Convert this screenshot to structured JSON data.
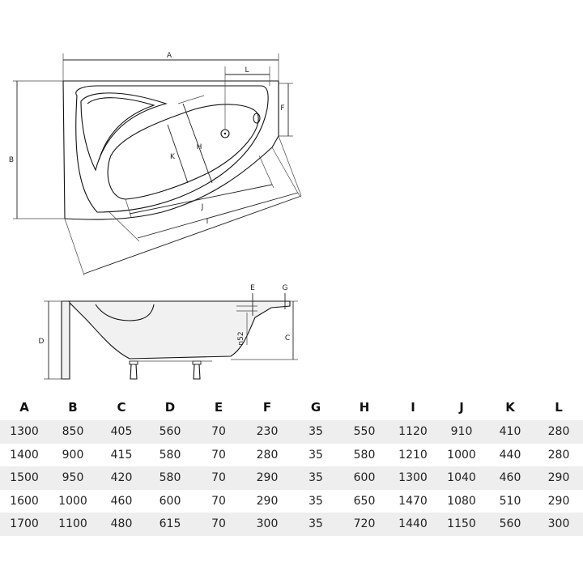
{
  "diagram": {
    "labels": {
      "a": "A",
      "b": "B",
      "c": "C",
      "d": "D",
      "e": "E",
      "f": "F",
      "g": "G",
      "h": "H",
      "i": "I",
      "j": "J",
      "k": "K",
      "l": "L",
      "n52": "n52"
    }
  },
  "table": {
    "headers": [
      "A",
      "B",
      "C",
      "D",
      "E",
      "F",
      "G",
      "H",
      "I",
      "J",
      "K",
      "L"
    ],
    "rows": [
      [
        "1300",
        "850",
        "405",
        "560",
        "70",
        "230",
        "35",
        "550",
        "1120",
        "910",
        "410",
        "280"
      ],
      [
        "1400",
        "900",
        "415",
        "580",
        "70",
        "280",
        "35",
        "580",
        "1210",
        "1000",
        "440",
        "280"
      ],
      [
        "1500",
        "950",
        "420",
        "580",
        "70",
        "290",
        "35",
        "600",
        "1300",
        "1040",
        "460",
        "290"
      ],
      [
        "1600",
        "1000",
        "460",
        "600",
        "70",
        "290",
        "35",
        "650",
        "1470",
        "1080",
        "510",
        "290"
      ],
      [
        "1700",
        "1100",
        "480",
        "615",
        "70",
        "300",
        "35",
        "720",
        "1440",
        "1150",
        "560",
        "300"
      ]
    ]
  }
}
